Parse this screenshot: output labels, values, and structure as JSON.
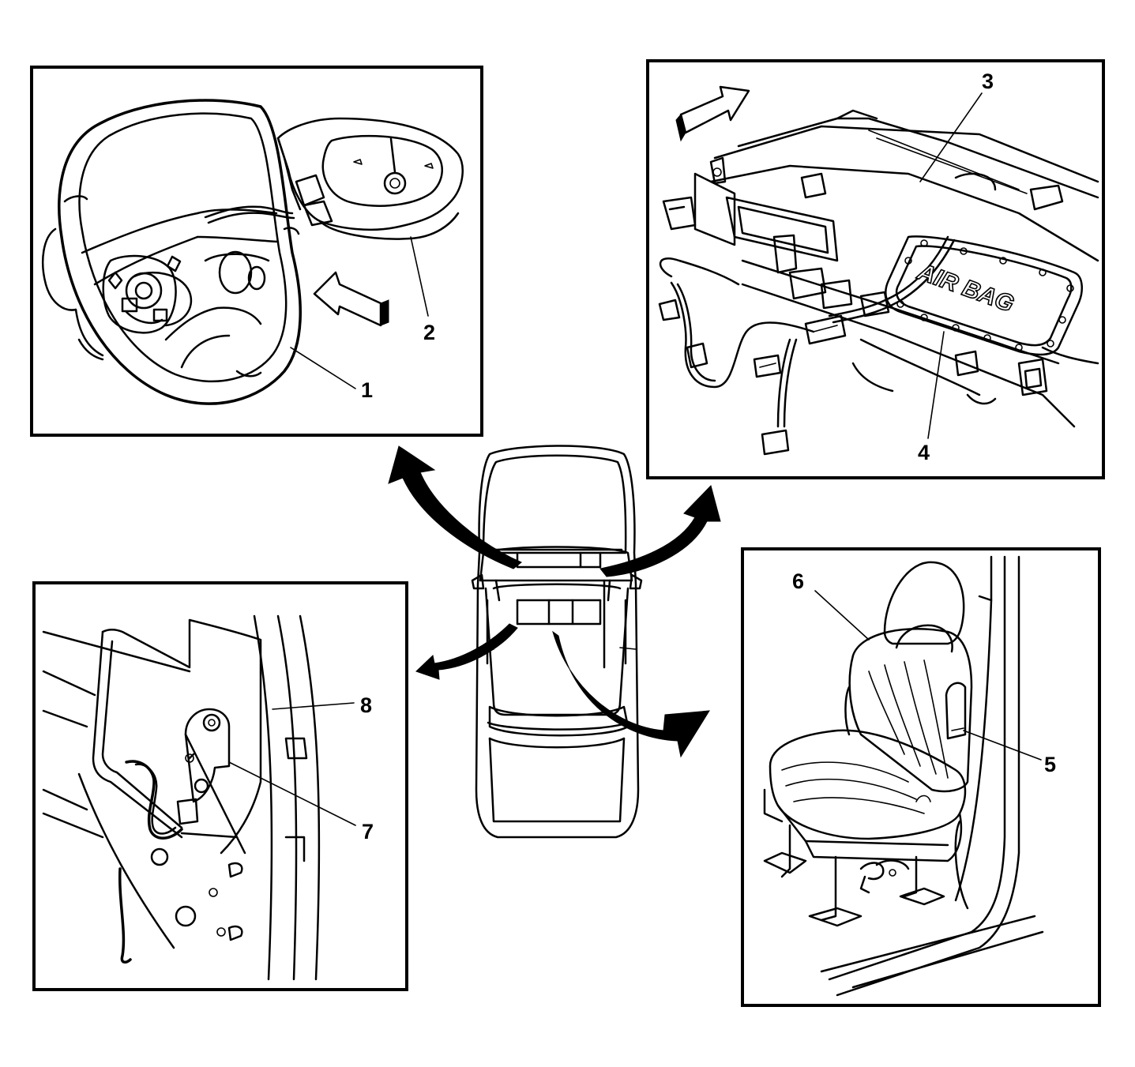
{
  "callouts": {
    "c1": "1",
    "c2": "2",
    "c3": "3",
    "c4": "4",
    "c5": "5",
    "c6": "6",
    "c7": "7",
    "c8": "8"
  },
  "panel_text": {
    "airbag_stencil": "AIR BAG"
  },
  "icons": {
    "view_arrow": "view-direction-arrow-icon",
    "pointer_arrow": "curved-pointer-arrow-icon"
  },
  "colors": {
    "ink": "#000000",
    "paper": "#ffffff"
  }
}
